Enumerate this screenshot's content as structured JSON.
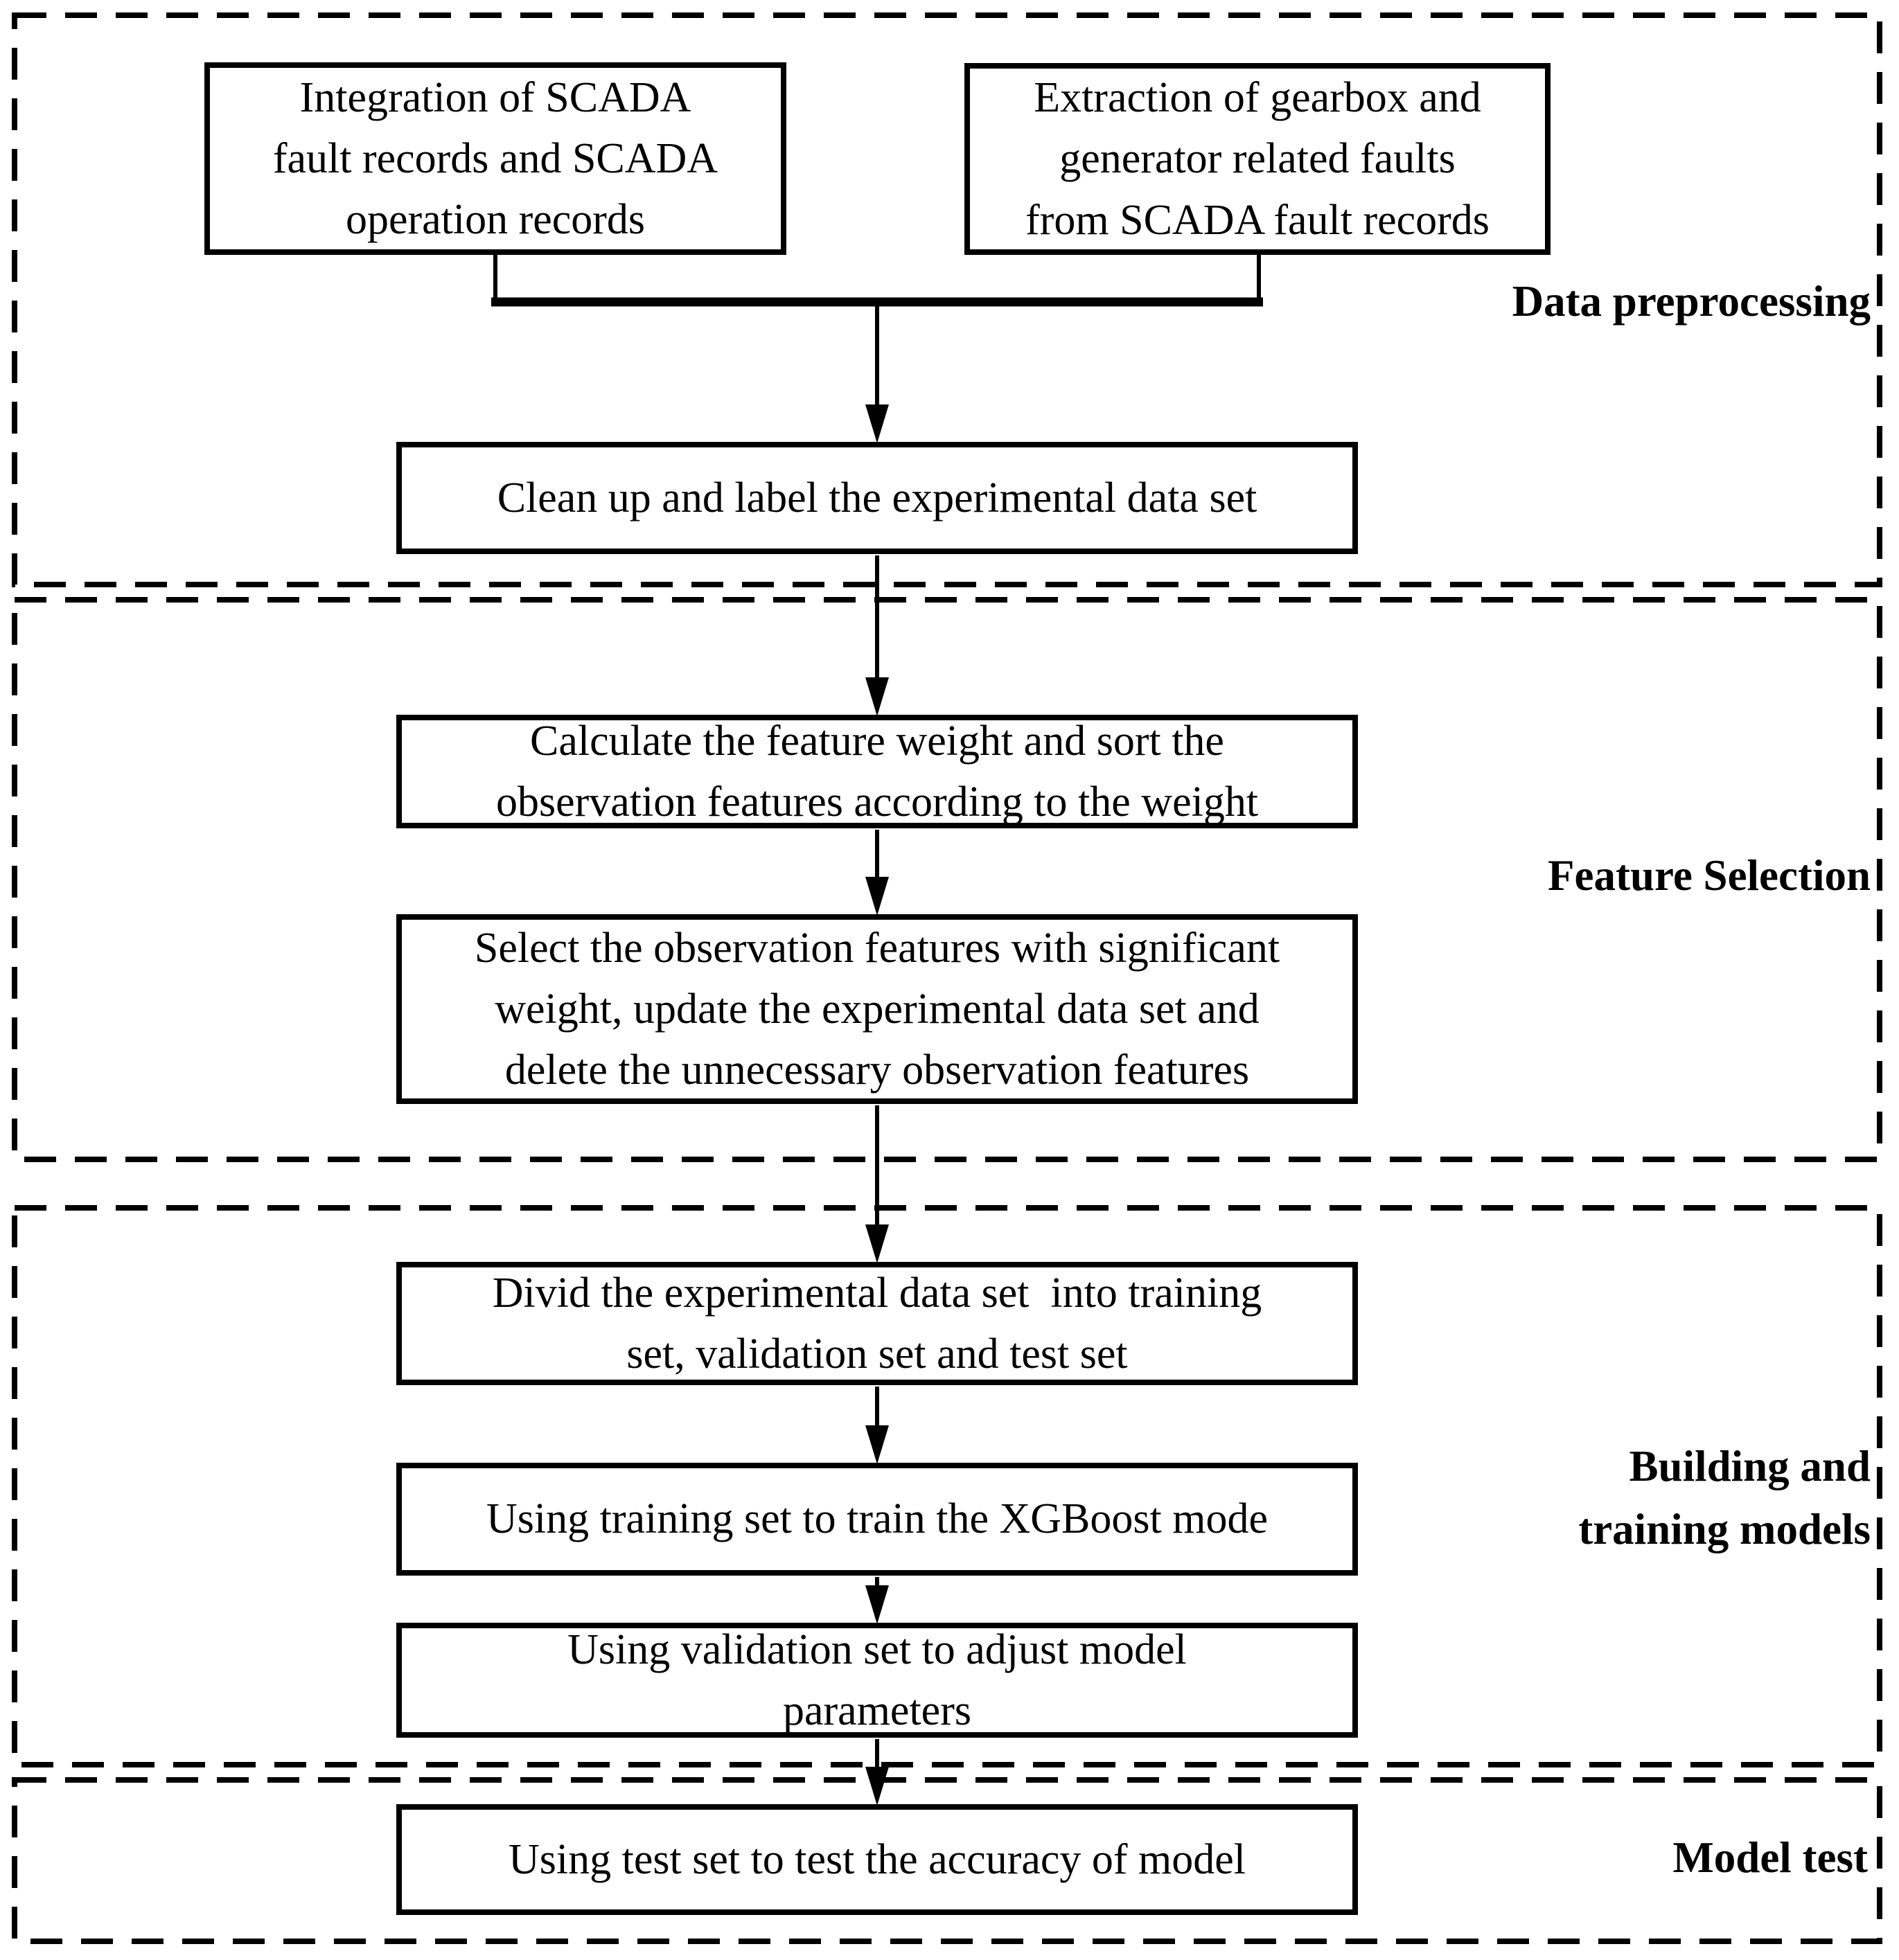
{
  "diagram": {
    "type": "flowchart",
    "background_color": "#ffffff",
    "line_color": "#000000",
    "sections": [
      {
        "id": "data-preprocessing",
        "label": "Data preprocessing"
      },
      {
        "id": "feature-selection",
        "label": "Feature Selection"
      },
      {
        "id": "building-training",
        "label": "Building and\ntraining models"
      },
      {
        "id": "model-test",
        "label": "Model test"
      }
    ],
    "nodes": [
      {
        "id": "integration",
        "section": "data-preprocessing",
        "text": "Integration of SCADA\nfault records and SCADA\noperation records"
      },
      {
        "id": "extraction",
        "section": "data-preprocessing",
        "text": "Extraction of gearbox and\ngenerator related faults\nfrom SCADA fault records"
      },
      {
        "id": "cleanup",
        "section": "data-preprocessing",
        "text": "Clean up and label the experimental data set"
      },
      {
        "id": "calculate",
        "section": "feature-selection",
        "text": "Calculate the feature weight and sort the\nobservation features according to the weight"
      },
      {
        "id": "select",
        "section": "feature-selection",
        "text": "Select the observation features with significant\nweight, update the experimental data set and\ndelete the unnecessary observation features"
      },
      {
        "id": "divid",
        "section": "building-training",
        "text": "Divid the experimental data set  into training\nset, validation set and test set"
      },
      {
        "id": "train",
        "section": "building-training",
        "text": "Using training set to train the XGBoost mode"
      },
      {
        "id": "validate",
        "section": "building-training",
        "text": "Using validation set to adjust model\nparameters"
      },
      {
        "id": "test",
        "section": "model-test",
        "text": "Using test set to test the accuracy of model"
      }
    ],
    "edges": [
      {
        "from": "integration",
        "to": "cleanup"
      },
      {
        "from": "extraction",
        "to": "cleanup"
      },
      {
        "from": "cleanup",
        "to": "calculate"
      },
      {
        "from": "calculate",
        "to": "select"
      },
      {
        "from": "select",
        "to": "divid"
      },
      {
        "from": "divid",
        "to": "train"
      },
      {
        "from": "train",
        "to": "validate"
      },
      {
        "from": "validate",
        "to": "test"
      }
    ]
  }
}
